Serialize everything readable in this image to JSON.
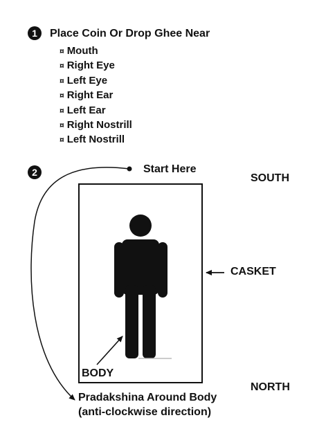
{
  "step1": {
    "number": "1",
    "title": "Place Coin Or Drop Ghee Near",
    "bullet_symbol": "¤",
    "items": [
      "Mouth",
      "Right Eye",
      "Left Eye",
      "Right Ear",
      "Left Ear",
      "Right Nostrill",
      "Left Nostrill"
    ]
  },
  "step2": {
    "number": "2",
    "start_label": "Start Here",
    "south_label": "SOUTH",
    "north_label": "NORTH",
    "casket_label": "CASKET",
    "body_label": "BODY",
    "pradakshina_line1": "Pradakshina Around Body",
    "pradakshina_line2": "(anti-clockwise direction)"
  },
  "colors": {
    "ink": "#111111",
    "background": "#ffffff",
    "floor": "#bbbbbb"
  }
}
